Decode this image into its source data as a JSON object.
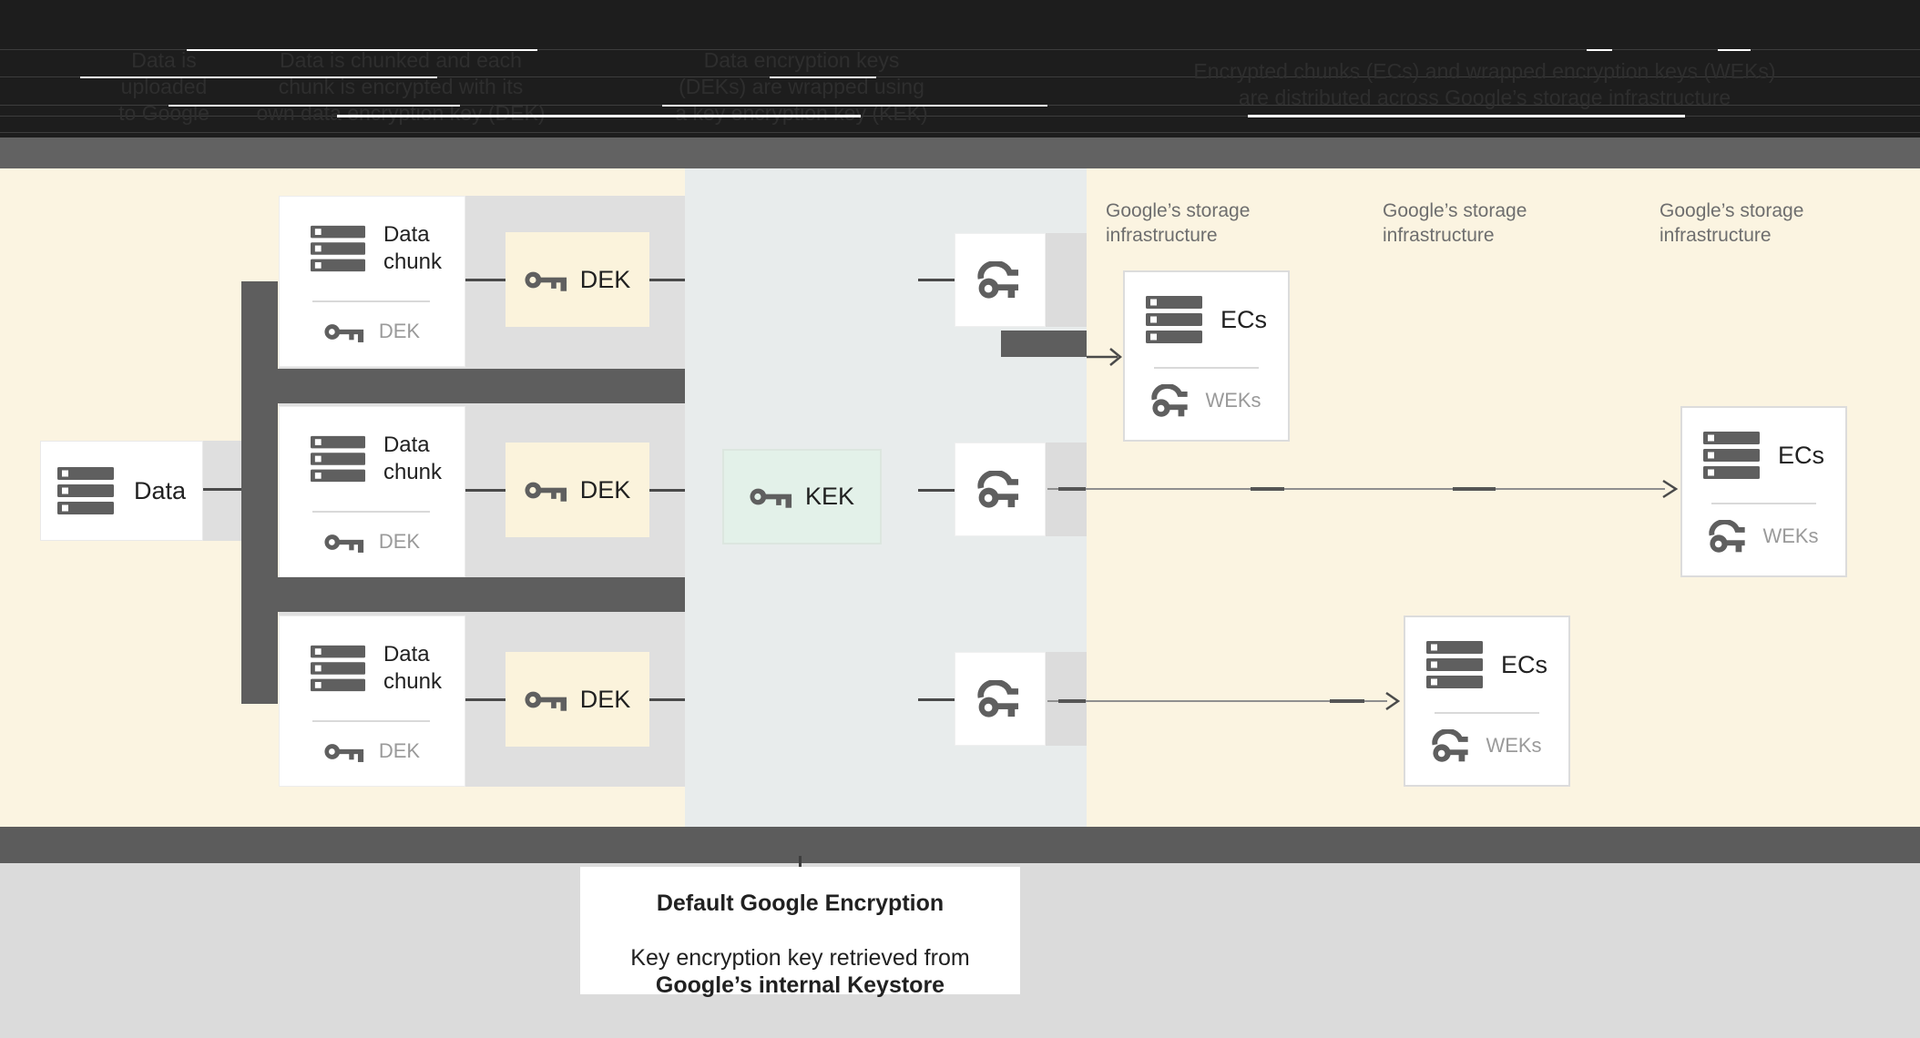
{
  "header": {
    "steps": [
      {
        "lines": [
          "Data is",
          "uploaded",
          "to Google"
        ]
      },
      {
        "lines": [
          "Data is chunked and each",
          "chunk is encrypted with its",
          "own data encryption key (DEK)"
        ]
      },
      {
        "lines": [
          "Data encryption keys",
          "(DEKs) are wrapped using",
          "a key encryption key (KEK)"
        ]
      },
      {
        "lines": [
          "Encrypted chunks (ECs) and wrapped encryption keys (WEKs)",
          "are distributed across Google’s storage infrastructure"
        ]
      }
    ]
  },
  "diagram": {
    "data_box": {
      "label": "Data"
    },
    "rows": [
      {
        "chunk_title": "Data chunk",
        "chunk_key": "DEK",
        "dek": "DEK"
      },
      {
        "chunk_title": "Data chunk",
        "chunk_key": "DEK",
        "dek": "DEK"
      },
      {
        "chunk_title": "Data chunk",
        "chunk_key": "DEK",
        "dek": "DEK"
      }
    ],
    "kek": {
      "label": "KEK"
    },
    "storage_labels": [
      "Google’s storage infrastructure",
      "Google’s storage infrastructure",
      "Google’s storage infrastructure"
    ],
    "ec_cards": [
      {
        "title": "ECs",
        "key_label": "WEKs"
      },
      {
        "title": "ECs",
        "key_label": "WEKs"
      },
      {
        "title": "ECs",
        "key_label": "WEKs"
      }
    ]
  },
  "caption": {
    "title": "Default Google Encryption",
    "line1": "Key encryption key retrieved from",
    "line2": "Google’s internal Keystore"
  },
  "colors": {
    "page_bg": "#fbf4e1",
    "central_band": "#e8ecec",
    "kek_fill": "#e3f1e9",
    "dek_fill": "#fbf3dc",
    "dark_bar": "#5e5e5e",
    "top_bar": "#626262",
    "footer_bg": "#dbdbdb",
    "row_band": "#dfdfdf",
    "icon": "#5f5f5f",
    "muted_text": "#9a9a9a",
    "storage_text": "#6e6e6e",
    "header_bg": "#1d1d1d",
    "header_text": "#2e2e2e"
  }
}
